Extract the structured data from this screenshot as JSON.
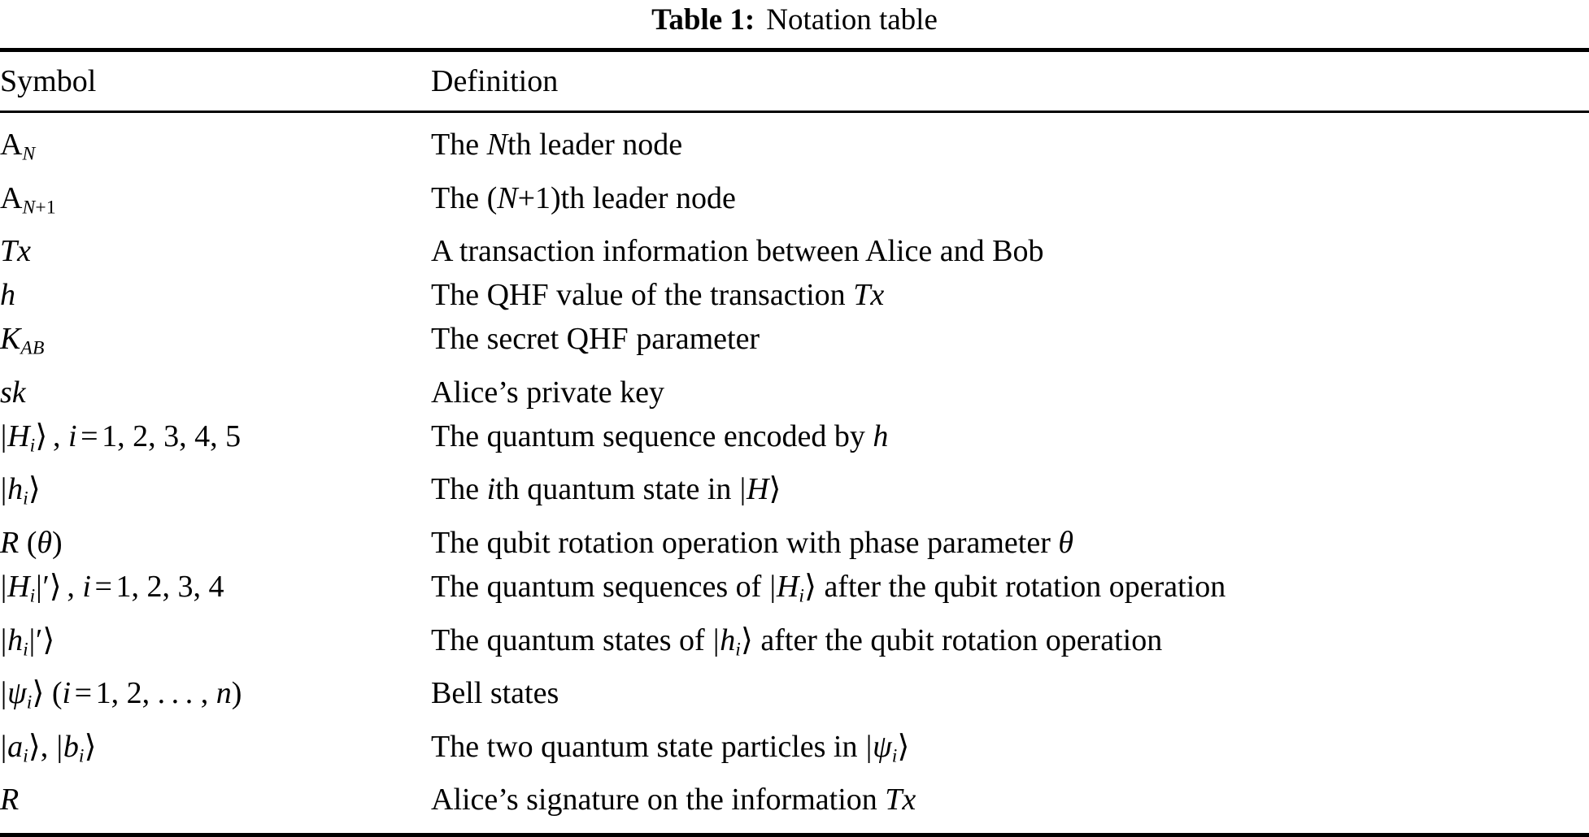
{
  "caption": {
    "label": "Table 1:",
    "text": "Notation table"
  },
  "table": {
    "headers": {
      "symbol": "Symbol",
      "definition": "Definition"
    },
    "rows": [
      {
        "symbol": "A_N",
        "definition": "The Nth leader node"
      },
      {
        "symbol": "A_{N+1}",
        "definition": "The (N+1)th leader node"
      },
      {
        "symbol": "Tx",
        "definition": "A transaction information between Alice and Bob"
      },
      {
        "symbol": "h",
        "definition": "The QHF value of the transaction Tx"
      },
      {
        "symbol": "K_{AB}",
        "definition": "The secret QHF parameter"
      },
      {
        "symbol": "sk",
        "definition": "Alice’s private key"
      },
      {
        "symbol": "|H_i⟩ , i = 1, 2, 3, 4, 5",
        "definition": "The quantum sequence encoded by h"
      },
      {
        "symbol": "|h_i⟩",
        "definition": "The ith quantum state in |H⟩"
      },
      {
        "symbol": "R (θ)",
        "definition": "The qubit rotation operation with phase parameter θ"
      },
      {
        "symbol": "|H_i|′⟩ , i = 1, 2, 3, 4",
        "definition": "The quantum sequences of |H_i⟩ after the qubit rotation operation"
      },
      {
        "symbol": "|h_i|′⟩",
        "definition": "The quantum states of |h_i⟩ after the qubit rotation operation"
      },
      {
        "symbol": "|ψ_i⟩ (i = 1, 2, . . . , n)",
        "definition": "Bell states"
      },
      {
        "symbol": "|a_i⟩, |b_i⟩",
        "definition": "The two quantum state particles in |ψ_i⟩"
      },
      {
        "symbol": "R",
        "definition": "Alice’s signature on the information Tx"
      }
    ]
  },
  "colors": {
    "text": "#000000",
    "background": "#ffffff",
    "rule": "#000000"
  }
}
